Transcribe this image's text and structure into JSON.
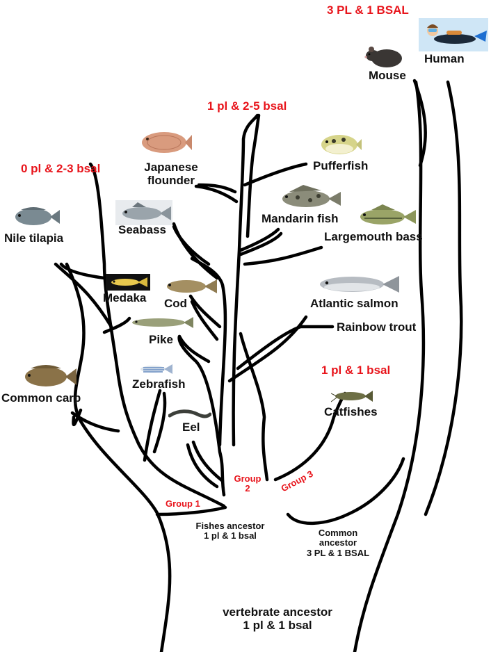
{
  "colors": {
    "annotation": "#e8141b",
    "text": "#111111",
    "branch": "#000000"
  },
  "annotations": {
    "mammals": "3 PL & 1 BSAL",
    "group2_top": "1 pl & 2-5 bsal",
    "group1_top": "0 pl & 2-3 bsal",
    "catfish": "1 pl & 1 bsal"
  },
  "groups": {
    "g1": "Group 1",
    "g2_line1": "Group",
    "g2_line2": "2",
    "g3": "Group 3"
  },
  "ancestors": {
    "fishes_line1": "Fishes ancestor",
    "fishes_line2": "1 pl & 1 bsal",
    "common_line1": "Common",
    "common_line2": "ancestor",
    "common_line3": "3 PL & 1 BSAL",
    "vert_line1": "vertebrate ancestor",
    "vert_line2": "1 pl & 1 bsal"
  },
  "species": {
    "human": "Human",
    "mouse": "Mouse",
    "japanese_flounder_1": "Japanese",
    "japanese_flounder_2": "flounder",
    "pufferfish": "Pufferfish",
    "nile_tilapia": "Nile tilapia",
    "seabass": "Seabass",
    "mandarin_fish": "Mandarin fish",
    "largemouth_bass": "Largemouth bass",
    "medaka": "Medaka",
    "cod": "Cod",
    "atlantic_salmon": "Atlantic salmon",
    "rainbow_trout": "Rainbow trout",
    "pike": "Pike",
    "zebrafish": "Zebrafish",
    "common_carp": "Common carp",
    "catfishes": "Catfishes",
    "eel": "Eel"
  }
}
